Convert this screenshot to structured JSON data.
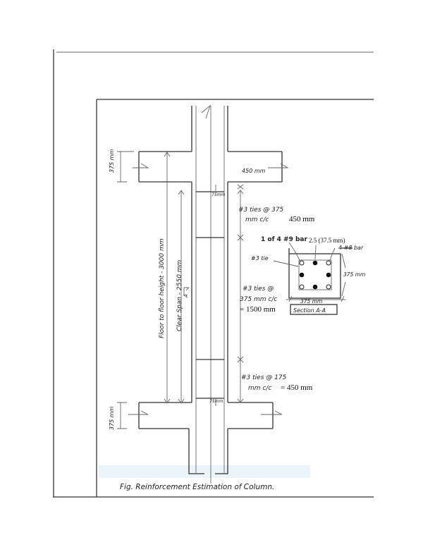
{
  "figure": {
    "caption": "Fig. Reinforcement Estimation of Column.",
    "labels": {
      "floor_to_floor": "Floor to floor height - 3000 mm",
      "clear_span": "Clear Span - 2550 mm",
      "beam_depth_top": "375 mm",
      "beam_depth_bottom": "375 mm",
      "beam_width": "450 mm",
      "cover_top": "75mm",
      "cover_bottom": "75mm",
      "section_mark": "A",
      "ties_top_1": "#3 ties @ 375",
      "ties_top_2": "mm c/c",
      "ties_top_3": "450 mm",
      "ties_mid_1": "#3 ties @",
      "ties_mid_2": "375 mm c/c",
      "ties_mid_3": "= 1500 mm",
      "ties_bot_1": "#3 ties @ 175",
      "ties_bot_2": "mm c/c",
      "ties_bot_3": "= 450 mm"
    },
    "section": {
      "bar_label": "1 of 4 #9 bar",
      "cover_label": "2.5 (37.5 mm)",
      "other_bars": "4 #8 bar",
      "tie_label": "#3 tie",
      "width": "375 mm",
      "height": "375 mm",
      "title": "Section A-A"
    }
  }
}
